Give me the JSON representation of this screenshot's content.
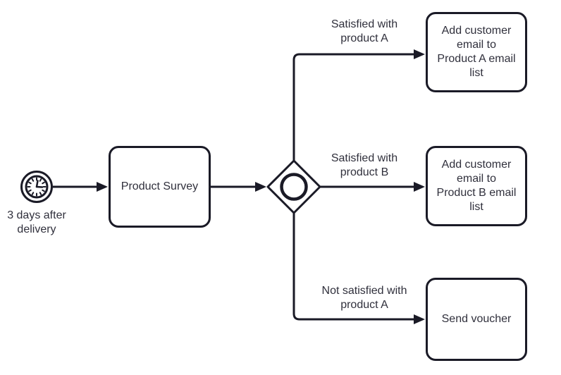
{
  "diagram": {
    "type": "bpmn-process-flow",
    "colors": {
      "background": "#ffffff",
      "stroke": "#1a1a26",
      "text": "#30303c"
    },
    "start_event": {
      "kind": "timer-start-event",
      "icon": "clock-icon",
      "label": "3 days after\ndelivery"
    },
    "tasks": {
      "survey": {
        "label": "Product Survey"
      },
      "task_a": {
        "label": "Add customer\nemail to\nProduct A email\nlist"
      },
      "task_b": {
        "label": "Add customer\nemail to\nProduct B email\nlist"
      },
      "voucher": {
        "label": "Send voucher"
      }
    },
    "gateway": {
      "kind": "inclusive-gateway"
    },
    "flows": {
      "timer_to_survey": {
        "label": ""
      },
      "survey_to_gateway": {
        "label": ""
      },
      "gateway_to_task_a": {
        "label": "Satisfied with\nproduct A"
      },
      "gateway_to_task_b": {
        "label": "Satisfied with\nproduct B"
      },
      "gateway_to_voucher": {
        "label": "Not satisfied with\nproduct A"
      }
    }
  }
}
